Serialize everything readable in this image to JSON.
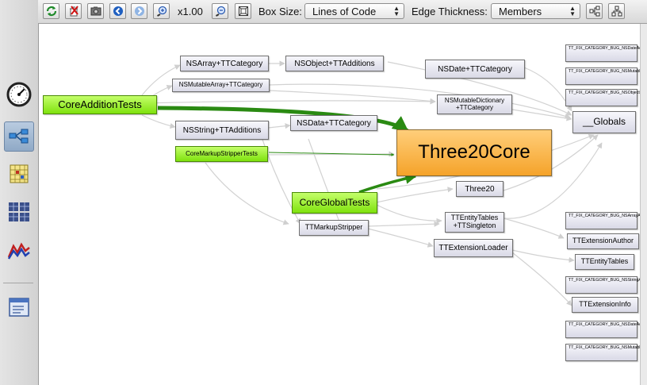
{
  "toolbar": {
    "zoom_level": "x1.00",
    "box_size_label": "Box Size:",
    "box_size_value": "Lines of Code",
    "edge_thickness_label": "Edge Thickness:",
    "edge_thickness_value": "Members",
    "buttons": [
      "refresh-icon",
      "delete-icon",
      "snapshot-icon",
      "back-icon",
      "forward-icon",
      "zoom-in-icon",
      "zoom-out-icon",
      "fit-icon",
      "layout-horizontal-icon",
      "layout-tree-icon"
    ]
  },
  "sidebar": {
    "items": [
      "gauge-icon",
      "dependency-graph-icon",
      "dependency-matrix-icon",
      "metrics-grid-icon",
      "trend-chart-icon",
      "window-icon"
    ],
    "selected": "dependency-graph-icon"
  },
  "graph": {
    "nodes": {
      "core_addition_tests": "CoreAdditionTests",
      "nsarray": "NSArray+TTCategory",
      "nsobject": "NSObject+TTAdditions",
      "nsmutablearray": "NSMutableArray+TTCategory",
      "nsdate": "NSDate+TTCategory",
      "nsmutabledict": "NSMutableDictionary +TTCategory",
      "globals": "__Globals",
      "nsstring": "NSString+TTAdditions",
      "nsdata": "NSData+TTCategory",
      "three20core": "Three20Core",
      "core_markup_tests": "CoreMarkupStripperTests",
      "three20": "Three20",
      "core_global_tests": "CoreGlobalTests",
      "ttentitytables_singleton": "TTEntityTables +TTSingleton",
      "ttmarkupstripper": "TTMarkupStripper",
      "ttextensionloader": "TTExtensionLoader",
      "ttextensionauthor": "TTExtensionAuthor",
      "ttentitytables": "TTEntityTables",
      "ttextensioninfo": "TTExtensionInfo",
      "fix_nsdate_1": "TT_FIX_CATEGORY_BUG_NSDateAdditions",
      "fix_nsmutabledict": "TT_FIX_CATEGORY_BUG_NSMutableDictionaryAdditions",
      "fix_nsobject": "TT_FIX_CATEGORY_BUG_NSObjectAdditions",
      "fix_nsarray": "TT_FIX_CATEGORY_BUG_NSArrayAdditions",
      "fix_nsstring": "TT_FIX_CATEGORY_BUG_NSStringAdditions",
      "fix_nsdate_2": "TT_FIX_CATEGORY_BUG_NSDateAdditions",
      "fix_nsmutablearray": "TT_FIX_CATEGORY_BUG_NSMutableArrayAdditions"
    },
    "colors": {
      "edge_gray": "#d2d2d2",
      "edge_green": "#2a8a12",
      "node_green": "#8ff02a",
      "node_orange": "#f6aa38",
      "node_default": "#e4e4ee"
    }
  }
}
